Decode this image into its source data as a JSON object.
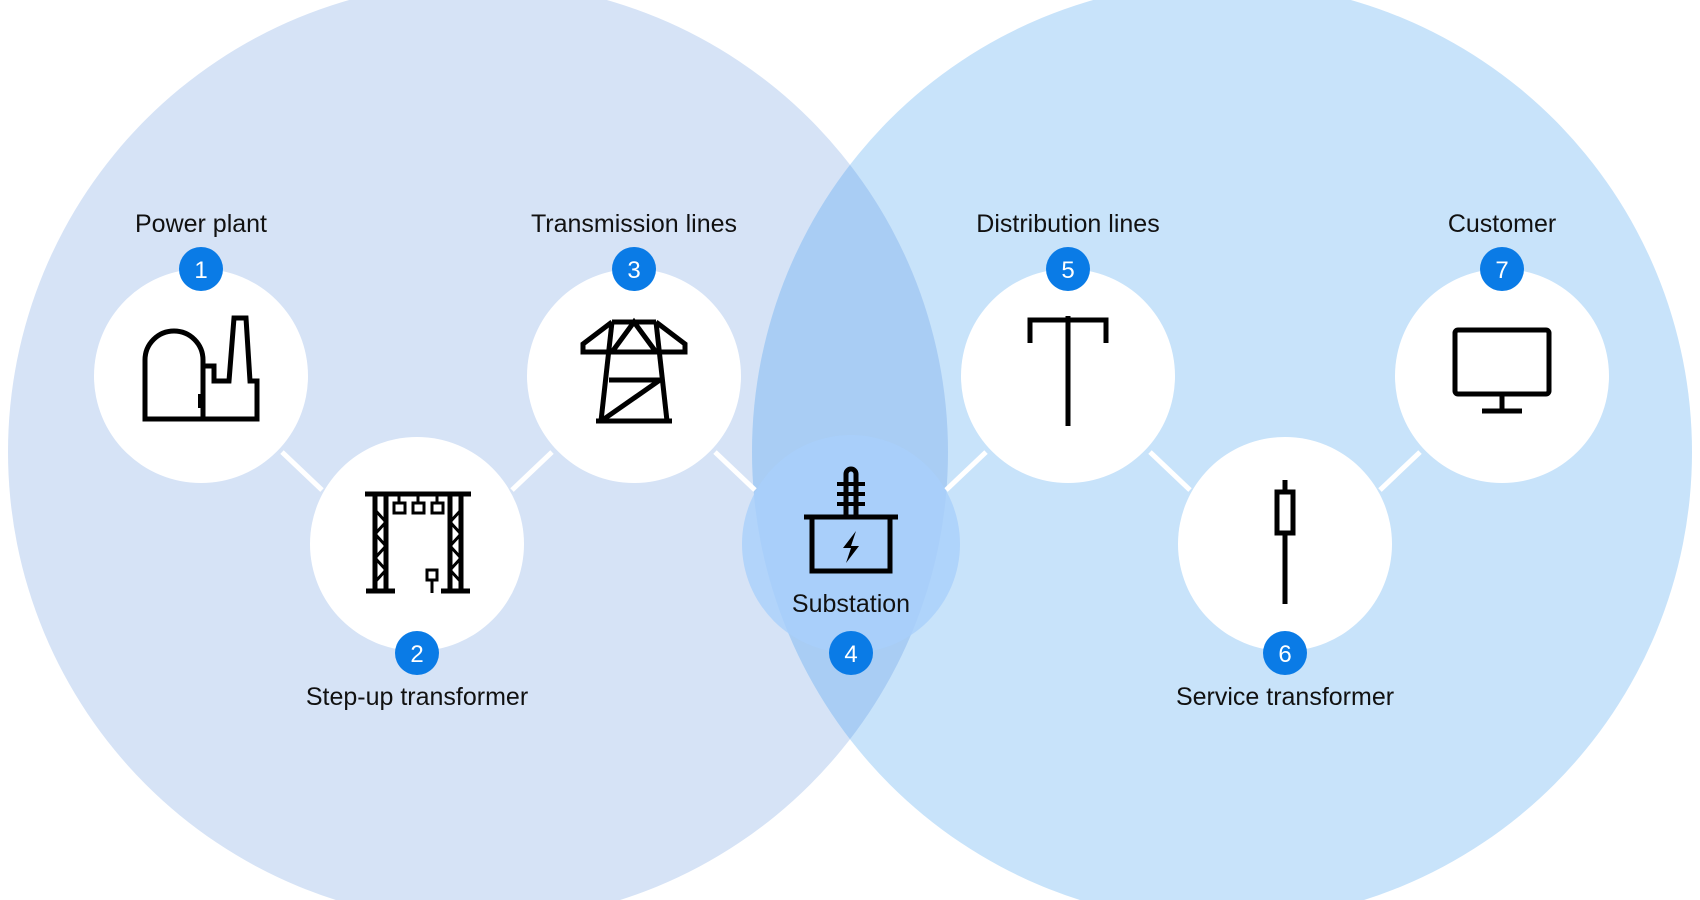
{
  "colors": {
    "left_region": "#D6E3F6",
    "right_region": "#C8E3FA",
    "overlap_region": "#A9CDF4",
    "hub_circle": "#A9D0FB",
    "node_circle": "#FFFFFF",
    "badge": "#0A7BE6",
    "connector": "#FFFFFF",
    "icon": "#000000",
    "label_text": "#111111",
    "badge_text": "#FFFFFF"
  },
  "steps": [
    {
      "number": "1",
      "label": "Power plant",
      "icon": "power-plant-icon"
    },
    {
      "number": "2",
      "label": "Step-up transformer",
      "icon": "step-up-transformer-icon"
    },
    {
      "number": "3",
      "label": "Transmission lines",
      "icon": "transmission-tower-icon"
    },
    {
      "number": "4",
      "label": "Substation",
      "icon": "substation-icon"
    },
    {
      "number": "5",
      "label": "Distribution lines",
      "icon": "distribution-pole-icon"
    },
    {
      "number": "6",
      "label": "Service transformer",
      "icon": "service-transformer-icon"
    },
    {
      "number": "7",
      "label": "Customer",
      "icon": "monitor-icon"
    }
  ]
}
